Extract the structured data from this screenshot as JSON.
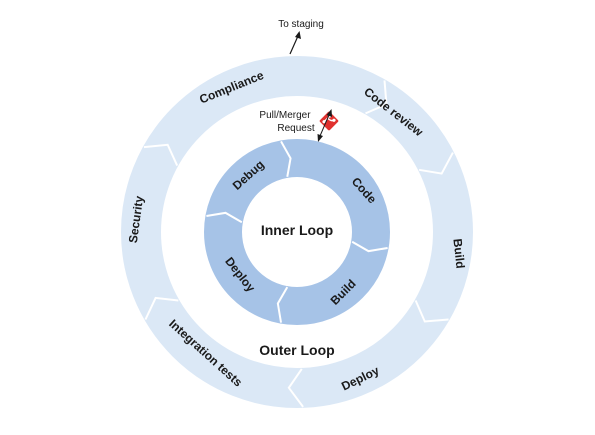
{
  "diagram": {
    "inner_title": "Inner Loop",
    "outer_title": "Outer Loop",
    "inner_segments": [
      "Code",
      "Build",
      "Deploy",
      "Debug"
    ],
    "outer_segments": [
      "Code review",
      "Build",
      "Deploy",
      "Integration tests",
      "Security",
      "Compliance"
    ],
    "to_staging": "To staging",
    "pull_request_line1": "Pull/Merger",
    "pull_request_line2": "Request",
    "colors": {
      "outer_ring": "#dbe8f6",
      "inner_ring": "#a6c3e7",
      "seam": "#ffffff",
      "text": "#1a1a1a",
      "git_badge": "#e0312f"
    },
    "icons": [
      "git-icon",
      "up-arrow-icon",
      "double-arrow-icon"
    ]
  }
}
